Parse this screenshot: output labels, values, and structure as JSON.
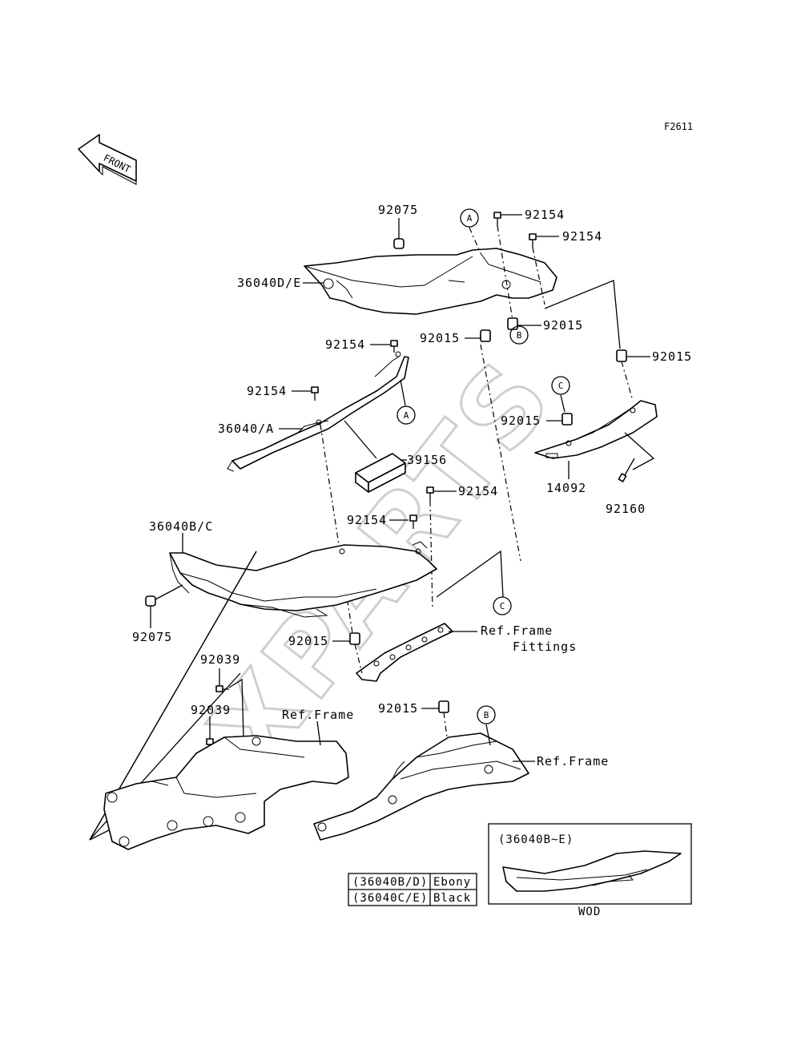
{
  "figure_code": "F2611",
  "front_label": "FRONT",
  "watermark": "XPARTS",
  "parts": {
    "p92075_top": "92075",
    "p92154_a": "92154",
    "p92154_b": "92154",
    "p36040DE": "36040D/E",
    "p92015_a": "92015",
    "p92015_b": "92015",
    "p92015_c": "92015",
    "p92154_c": "92154",
    "p92154_d": "92154",
    "p36040A": "36040/A",
    "p92015_d": "92015",
    "p39156": "39156",
    "p92154_e": "92154",
    "p14092": "14092",
    "p92160": "92160",
    "p92154_f": "92154",
    "p36040BC": "36040B/C",
    "p92075_bottom": "92075",
    "p92015_e": "92015",
    "p92039_a": "92039",
    "p92039_b": "92039",
    "p92015_f": "92015"
  },
  "refs": {
    "frame_fittings_1": "Ref.Frame",
    "frame_fittings_2": "Fittings",
    "frame_left": "Ref.Frame",
    "frame_right": "Ref.Frame"
  },
  "circles": {
    "A1": "A",
    "A2": "A",
    "B1": "B",
    "B2": "B",
    "C1": "C",
    "C2": "C"
  },
  "color_table": [
    {
      "code": "(36040B/D)",
      "color": "Ebony"
    },
    {
      "code": "(36040C/E)",
      "color": "Black"
    }
  ],
  "inset": {
    "title": "(36040B~E)",
    "caption": "WOD"
  }
}
